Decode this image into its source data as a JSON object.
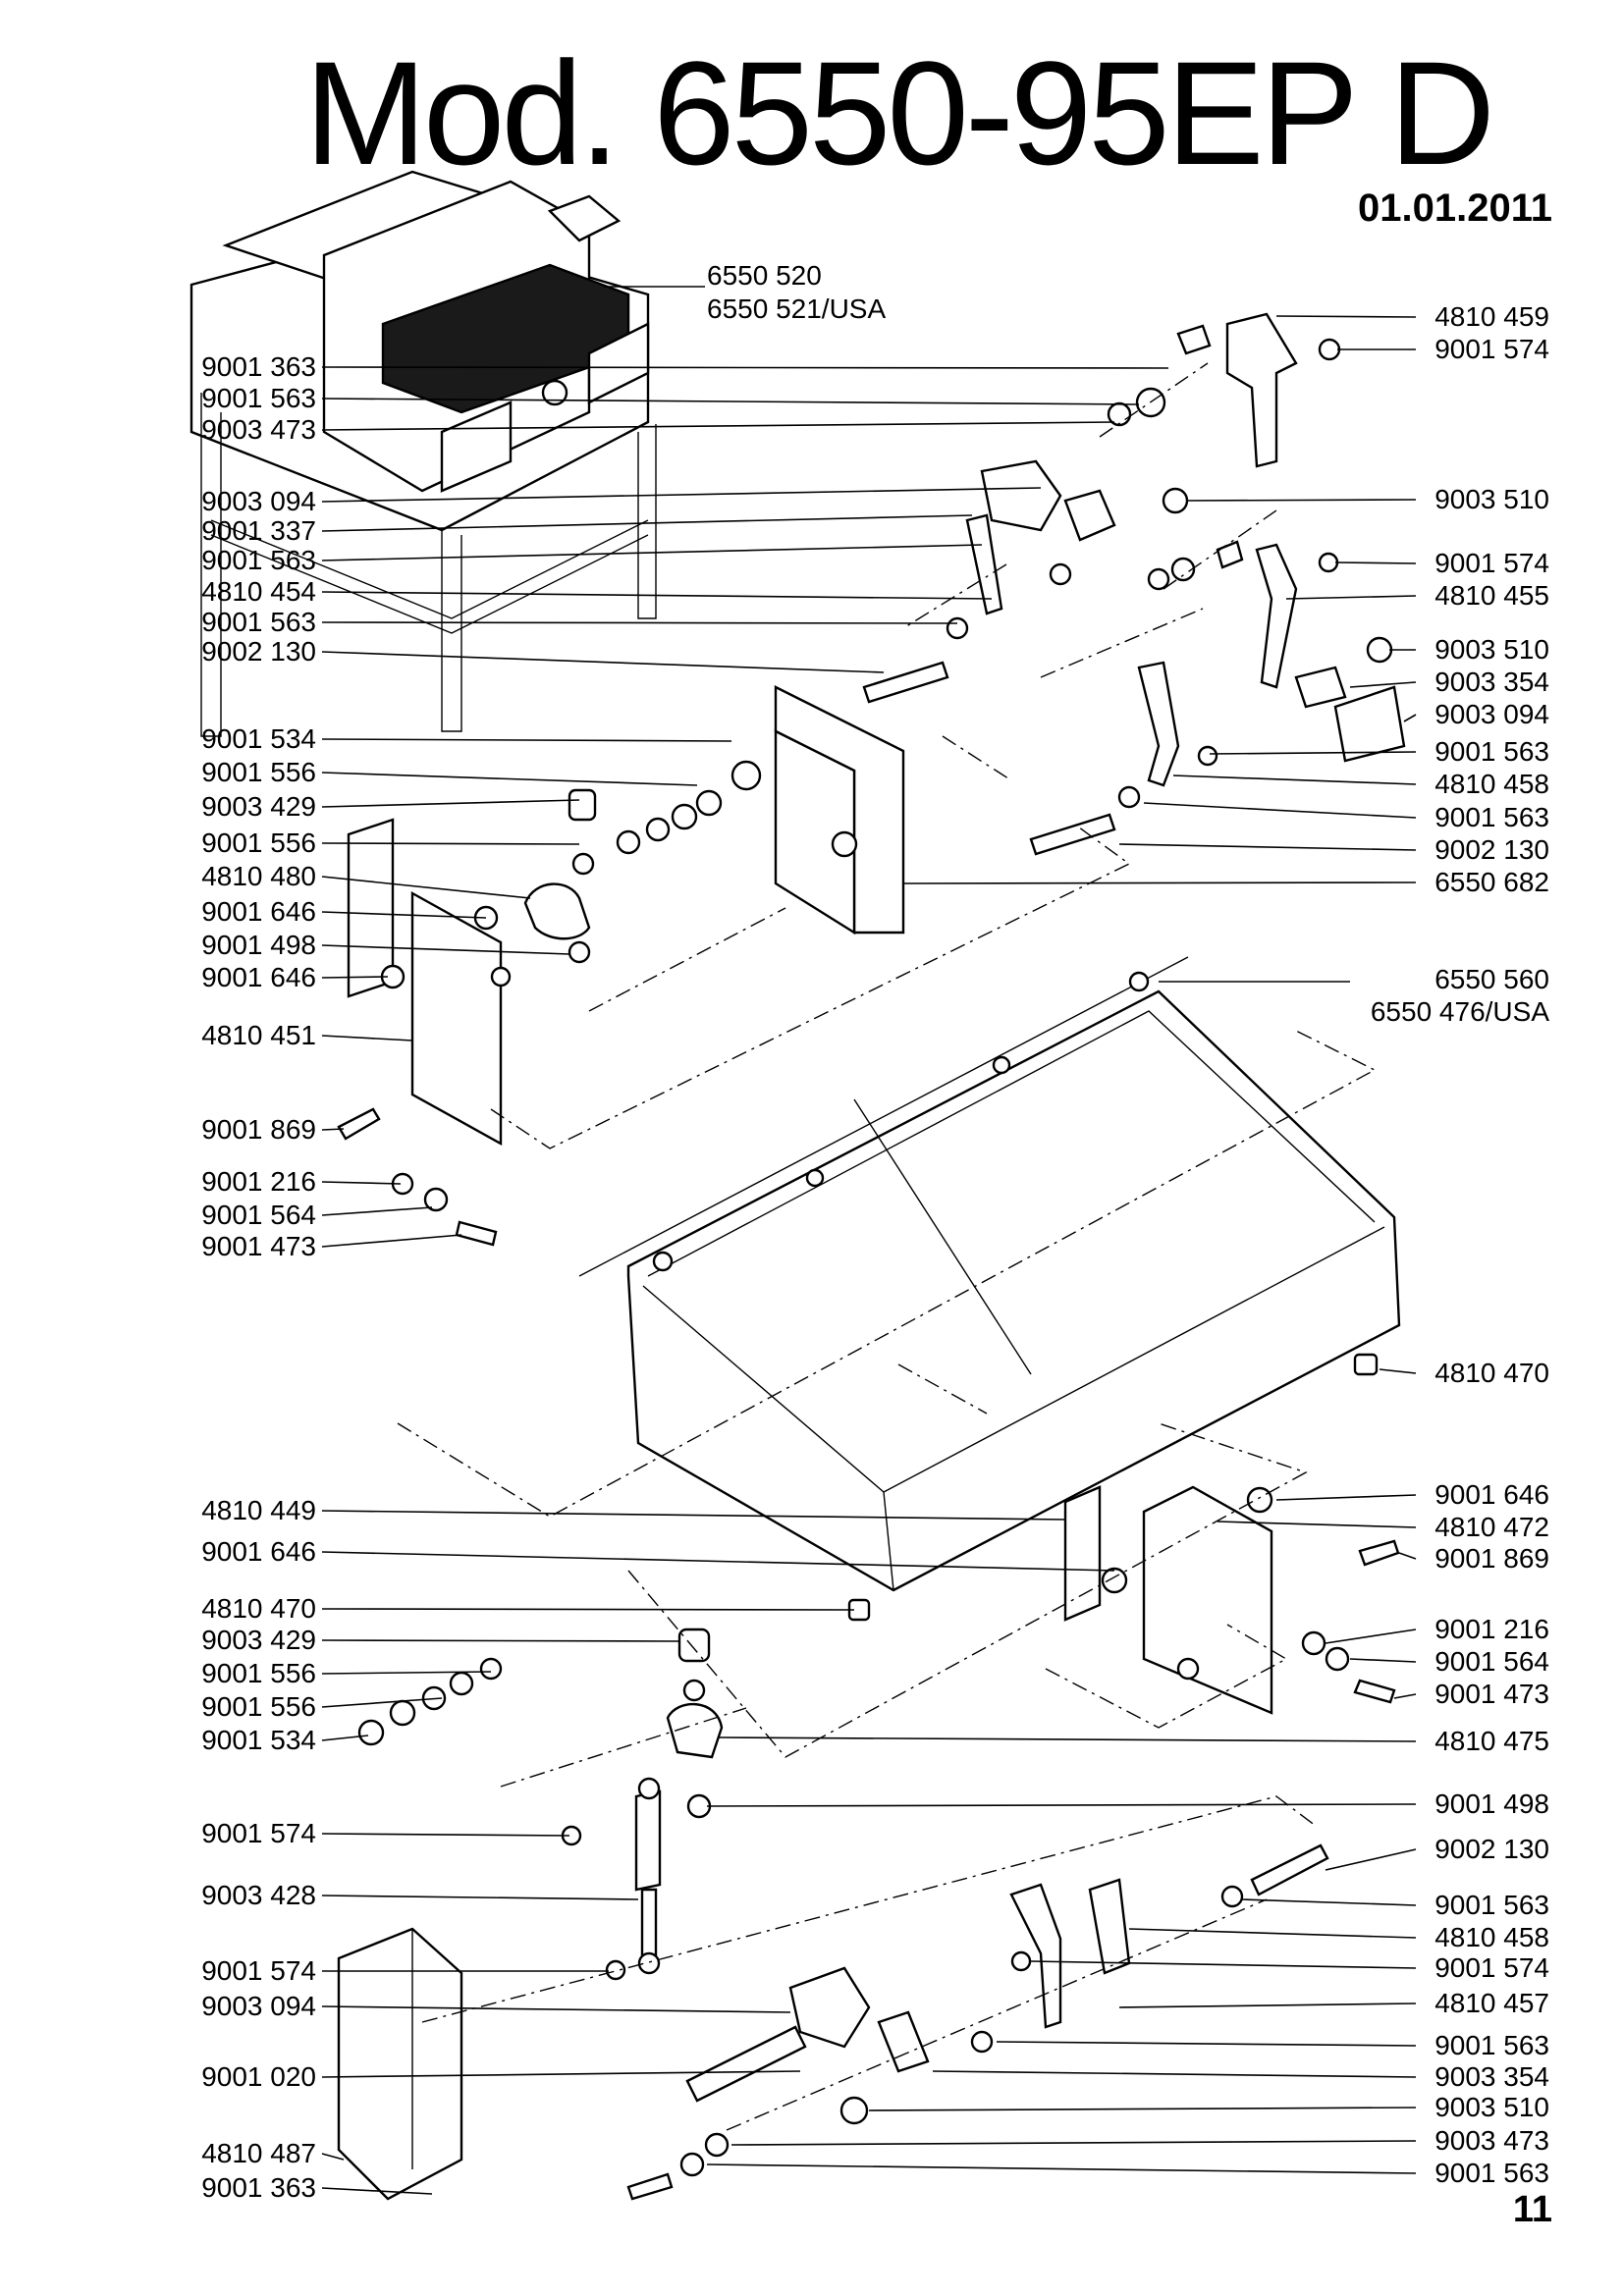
{
  "header": {
    "title": "Mod. 6550-95EP  D",
    "date": "01.01.2011",
    "page_number": "11"
  },
  "callouts": {
    "top_cover": [
      "6550 520",
      "6550 521/USA"
    ],
    "big_cover": [
      "6550 560",
      "6550 476/USA"
    ],
    "left": [
      "9003 094",
      "9001 337",
      "9001 563",
      "4810 454",
      "9001 563",
      "9002 130",
      "9001 363",
      "9001 563",
      "9003 473",
      "9001 534",
      "9001 556",
      "9003 429",
      "9001 556",
      "4810 480",
      "9001 646",
      "9001 498",
      "9001 646",
      "4810 451",
      "9001 869",
      "9001 216",
      "9001 564",
      "9001 473",
      "4810 449",
      "9001 646",
      "4810 470",
      "9003 429",
      "9001 556",
      "9001 556",
      "9001 534",
      "9001 574",
      "9003 428",
      "9001 574",
      "9003 094",
      "9001 020",
      "4810 487",
      "9001 363"
    ],
    "right": [
      "4810 459",
      "9001 574",
      "9003 510",
      "9001 574",
      "4810 455",
      "9003 510",
      "9003 354",
      "9003 094",
      "9001 563",
      "4810 458",
      "9001 563",
      "9002 130",
      "6550 682",
      "4810 470",
      "9001 646",
      "4810 472",
      "9001 869",
      "9001 216",
      "9001 564",
      "9001 473",
      "4810 475",
      "9001 498",
      "9002 130",
      "9001 563",
      "4810 458",
      "9001 574",
      "4810 457",
      "9001 563",
      "9003 354",
      "9003 510",
      "9003 473",
      "9001 563"
    ]
  }
}
